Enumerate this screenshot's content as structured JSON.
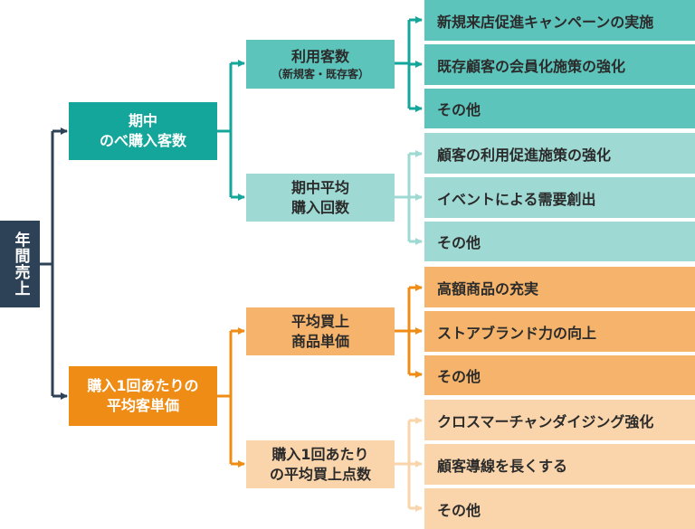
{
  "root": {
    "label": "年間売上"
  },
  "level1": [
    {
      "label_line1": "期中",
      "label_line2": "のべ購入客数"
    },
    {
      "label_line1": "購入1回あたりの",
      "label_line2": "平均客単価"
    }
  ],
  "level2": [
    {
      "label_line1": "利用客数",
      "label_line2": "（新規客・既存客）"
    },
    {
      "label_line1": "期中平均",
      "label_line2": "購入回数"
    },
    {
      "label_line1": "平均買上",
      "label_line2": "商品単価"
    },
    {
      "label_line1": "購入1回あたり",
      "label_line2": "の平均買上点数"
    }
  ],
  "leaves": [
    "新規来店促進キャンペーンの実施",
    "既存顧客の会員化施策の強化",
    "その他",
    "顧客の利用促進施策の強化",
    "イベントによる需要創出",
    "その他",
    "高額商品の充実",
    "ストアブランド力の向上",
    "その他",
    "クロスマーチャンダイジング強化",
    "顧客導線を長くする",
    "その他"
  ],
  "colors": {
    "root": "#2e4257",
    "teal_dark": "#14a69a",
    "teal_mid": "#5cc4bb",
    "teal_light": "#9ed9d3",
    "orange_dark": "#ef8c16",
    "orange_mid": "#f5b36b",
    "orange_light": "#fad5ab"
  }
}
